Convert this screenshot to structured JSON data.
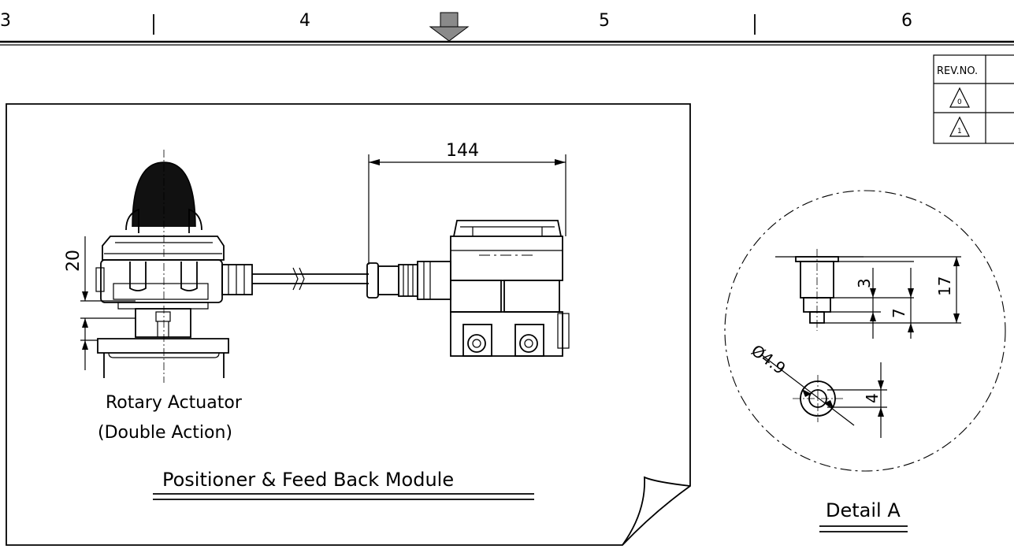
{
  "title_strip": {
    "zones": [
      "3",
      "4",
      "5",
      "6"
    ]
  },
  "revision_table": {
    "header": "REV.NO.",
    "rows": [
      "0",
      "1"
    ]
  },
  "main_view": {
    "dimension_top": "144",
    "dimension_left": "20",
    "actuator_label_line1": "Rotary Actuator",
    "actuator_label_line2": "(Double Action)",
    "title": "Positioner & Feed Back Module"
  },
  "detail_view": {
    "dim_3": "3",
    "dim_7": "7",
    "dim_17": "17",
    "dim_diameter": "Ø4.9",
    "dim_4": "4",
    "title": "Detail A"
  }
}
